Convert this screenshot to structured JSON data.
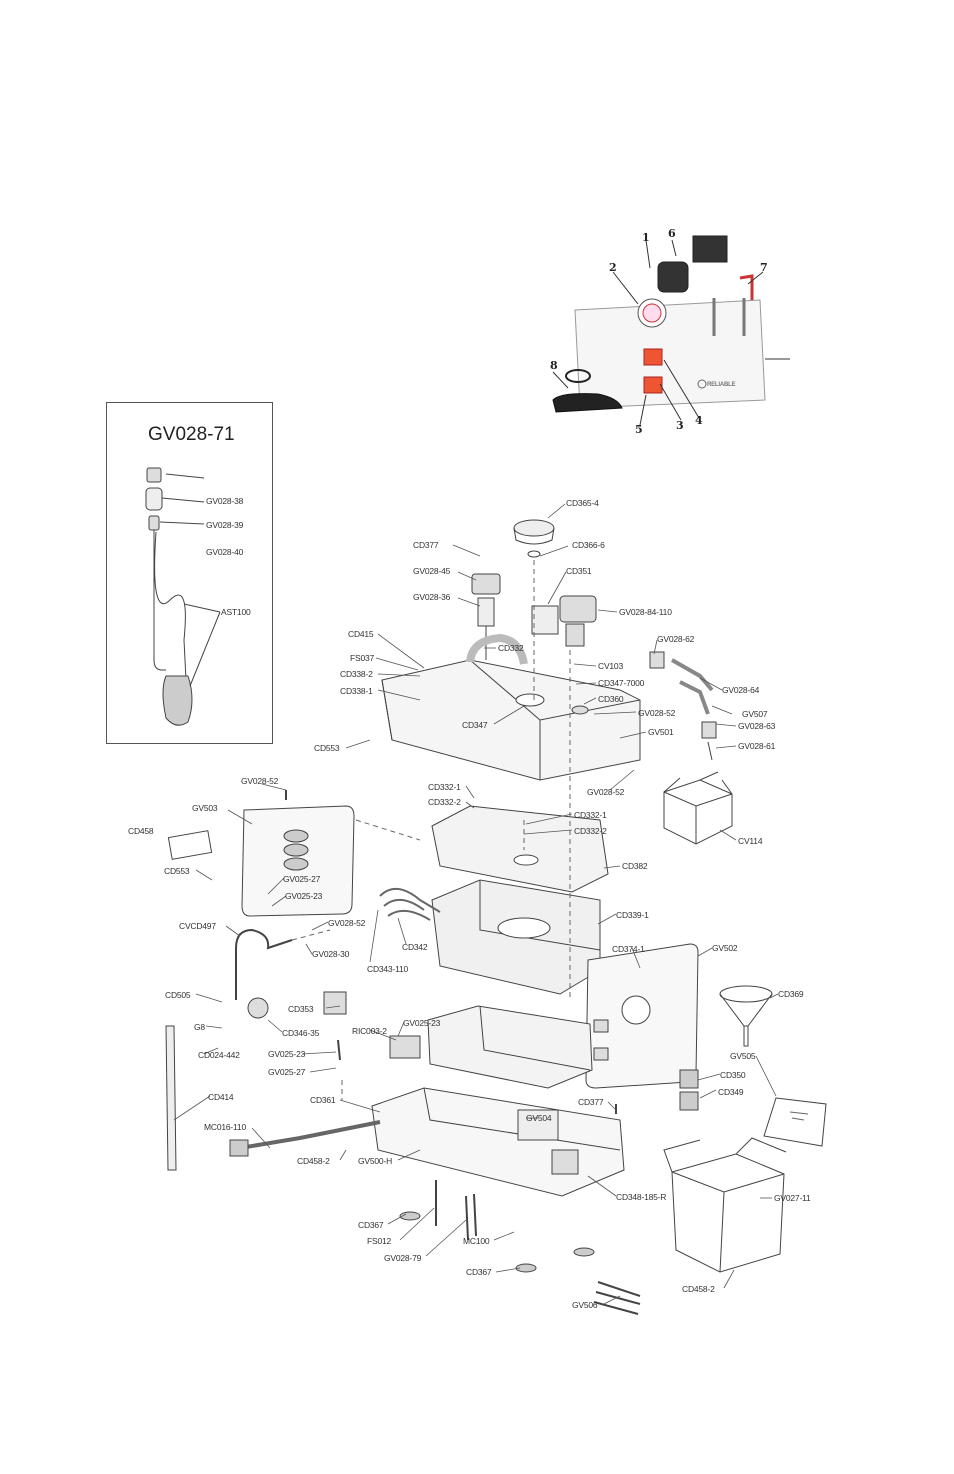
{
  "inset": {
    "title": "GV028-71",
    "parts": [
      "GV028-38",
      "GV028-39",
      "GV028-40",
      "AST100"
    ]
  },
  "photo": {
    "brand": "RELIABLE",
    "callouts": [
      "1",
      "2",
      "3",
      "4",
      "5",
      "6",
      "7",
      "8"
    ]
  },
  "parts": [
    {
      "id": "CD365-4"
    },
    {
      "id": "CD377"
    },
    {
      "id": "CD366-6"
    },
    {
      "id": "GV028-45"
    },
    {
      "id": "CD351"
    },
    {
      "id": "GV028-36"
    },
    {
      "id": "GV028-84-110"
    },
    {
      "id": "CD415"
    },
    {
      "id": "CD332"
    },
    {
      "id": "GV028-62"
    },
    {
      "id": "FS037"
    },
    {
      "id": "CV103"
    },
    {
      "id": "CD338-2"
    },
    {
      "id": "CD347-7000"
    },
    {
      "id": "GV028-64"
    },
    {
      "id": "CD338-1"
    },
    {
      "id": "CD360"
    },
    {
      "id": "GV507"
    },
    {
      "id": "CD347"
    },
    {
      "id": "GV028-52"
    },
    {
      "id": "GV028-63"
    },
    {
      "id": "GV501"
    },
    {
      "id": "CD553"
    },
    {
      "id": "GV028-61"
    },
    {
      "id": "GV028-52"
    },
    {
      "id": "CD332-1"
    },
    {
      "id": "CD332-2"
    },
    {
      "id": "GV028-52"
    },
    {
      "id": "GV503"
    },
    {
      "id": "CD332-1"
    },
    {
      "id": "CD458"
    },
    {
      "id": "CD332-2"
    },
    {
      "id": "CV114"
    },
    {
      "id": "CD382"
    },
    {
      "id": "CD553"
    },
    {
      "id": "GV025-27"
    },
    {
      "id": "GV025-23"
    },
    {
      "id": "CD339-1"
    },
    {
      "id": "CVCD497"
    },
    {
      "id": "GV028-52"
    },
    {
      "id": "CD342"
    },
    {
      "id": "GV028-30"
    },
    {
      "id": "CD343-110"
    },
    {
      "id": "CD374-1"
    },
    {
      "id": "GV502"
    },
    {
      "id": "CD505"
    },
    {
      "id": "CD369"
    },
    {
      "id": "CD353"
    },
    {
      "id": "GV025-23"
    },
    {
      "id": "G8"
    },
    {
      "id": "CD346-35"
    },
    {
      "id": "RIC003-2"
    },
    {
      "id": "CD024-442"
    },
    {
      "id": "GV505"
    },
    {
      "id": "GV025-23"
    },
    {
      "id": "GV025-27"
    },
    {
      "id": "CD350"
    },
    {
      "id": "CD349"
    },
    {
      "id": "CD414"
    },
    {
      "id": "CD361"
    },
    {
      "id": "CD377"
    },
    {
      "id": "GV504"
    },
    {
      "id": "MC016-110"
    },
    {
      "id": "CD458-2"
    },
    {
      "id": "GV500-H"
    },
    {
      "id": "CD348-185-R"
    },
    {
      "id": "GV027-11"
    },
    {
      "id": "CD367"
    },
    {
      "id": "FS012"
    },
    {
      "id": "MC100"
    },
    {
      "id": "GV028-79"
    },
    {
      "id": "CD367"
    },
    {
      "id": "CD458-2"
    },
    {
      "id": "GV506"
    }
  ]
}
